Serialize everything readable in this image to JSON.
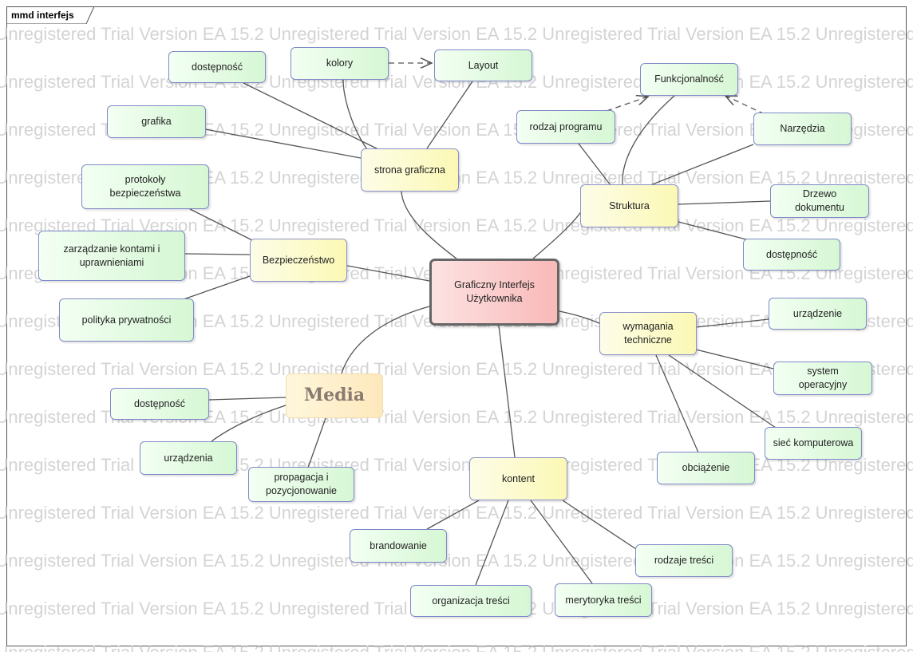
{
  "diagram": {
    "frame_title": "mmd interfejs",
    "watermark_text": "EA 15.2 Unregistered Trial Version EA 15.2 Unregistered Trial Version EA 15.2 Unregistered Trial Version EA 15.2 Unregistered Trial Version",
    "central": "Graficzny Interfejs Użytkownika",
    "nodes": {
      "strona_graficzna": "strona graficzna",
      "dostepnosc_top": "dostępność",
      "kolory": "kolory",
      "layout": "Layout",
      "grafika": "grafika",
      "funkcjonalnosc": "Funkcjonalność",
      "rodzaj_programu": "rodzaj programu",
      "narzedzia": "Narzędzia",
      "struktura": "Struktura",
      "drzewo_dokumentu": "Drzewo dokumentu",
      "dostepnosc_right": "dostępność",
      "protokoly": "protokoły bezpieczeństwa",
      "zarzadzanie": "zarządzanie kontami i uprawnieniami",
      "bezpieczenstwo": "Bezpieczeństwo",
      "polityka": "polityka prywatności",
      "wymagania": "wymagania techniczne",
      "urzadzenie": "urządzenie",
      "system": "system operacyjny",
      "siec": "sieć komputerowa",
      "obciazenie": "obciążenie",
      "media": "Media",
      "dostepnosc_media": "dostępność",
      "urzadzenia": "urządzenia",
      "propagacja": "propagacja i pozycjonowanie",
      "kontent": "kontent",
      "brandowanie": "brandowanie",
      "organizacja": "organizacja treści",
      "merytoryka": "merytoryka treści",
      "rodzaje_tresci": "rodzaje treści"
    }
  },
  "colors": {
    "leaf_fill": "#d6f7d4",
    "branch_fill": "#fbf8b5",
    "central_fill": "#f9b9b9",
    "media_fill": "#fde8bc",
    "edge": "#555555",
    "border": "#7f89c8"
  }
}
